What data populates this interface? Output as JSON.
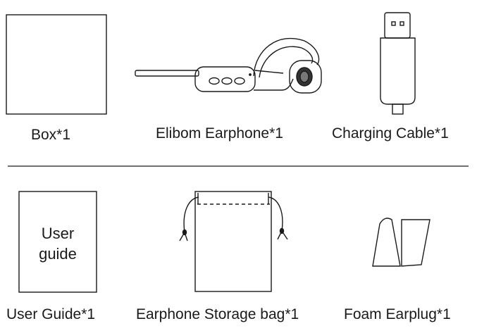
{
  "items": [
    {
      "label": "Box*1"
    },
    {
      "label": "Elibom Earphone*1"
    },
    {
      "label": "Charging Cable*1"
    },
    {
      "label": "User Guide*1",
      "cover_text": [
        "User",
        "guide"
      ]
    },
    {
      "label": "Earphone Storage bag*1"
    },
    {
      "label": "Foam Earplug*1"
    }
  ]
}
